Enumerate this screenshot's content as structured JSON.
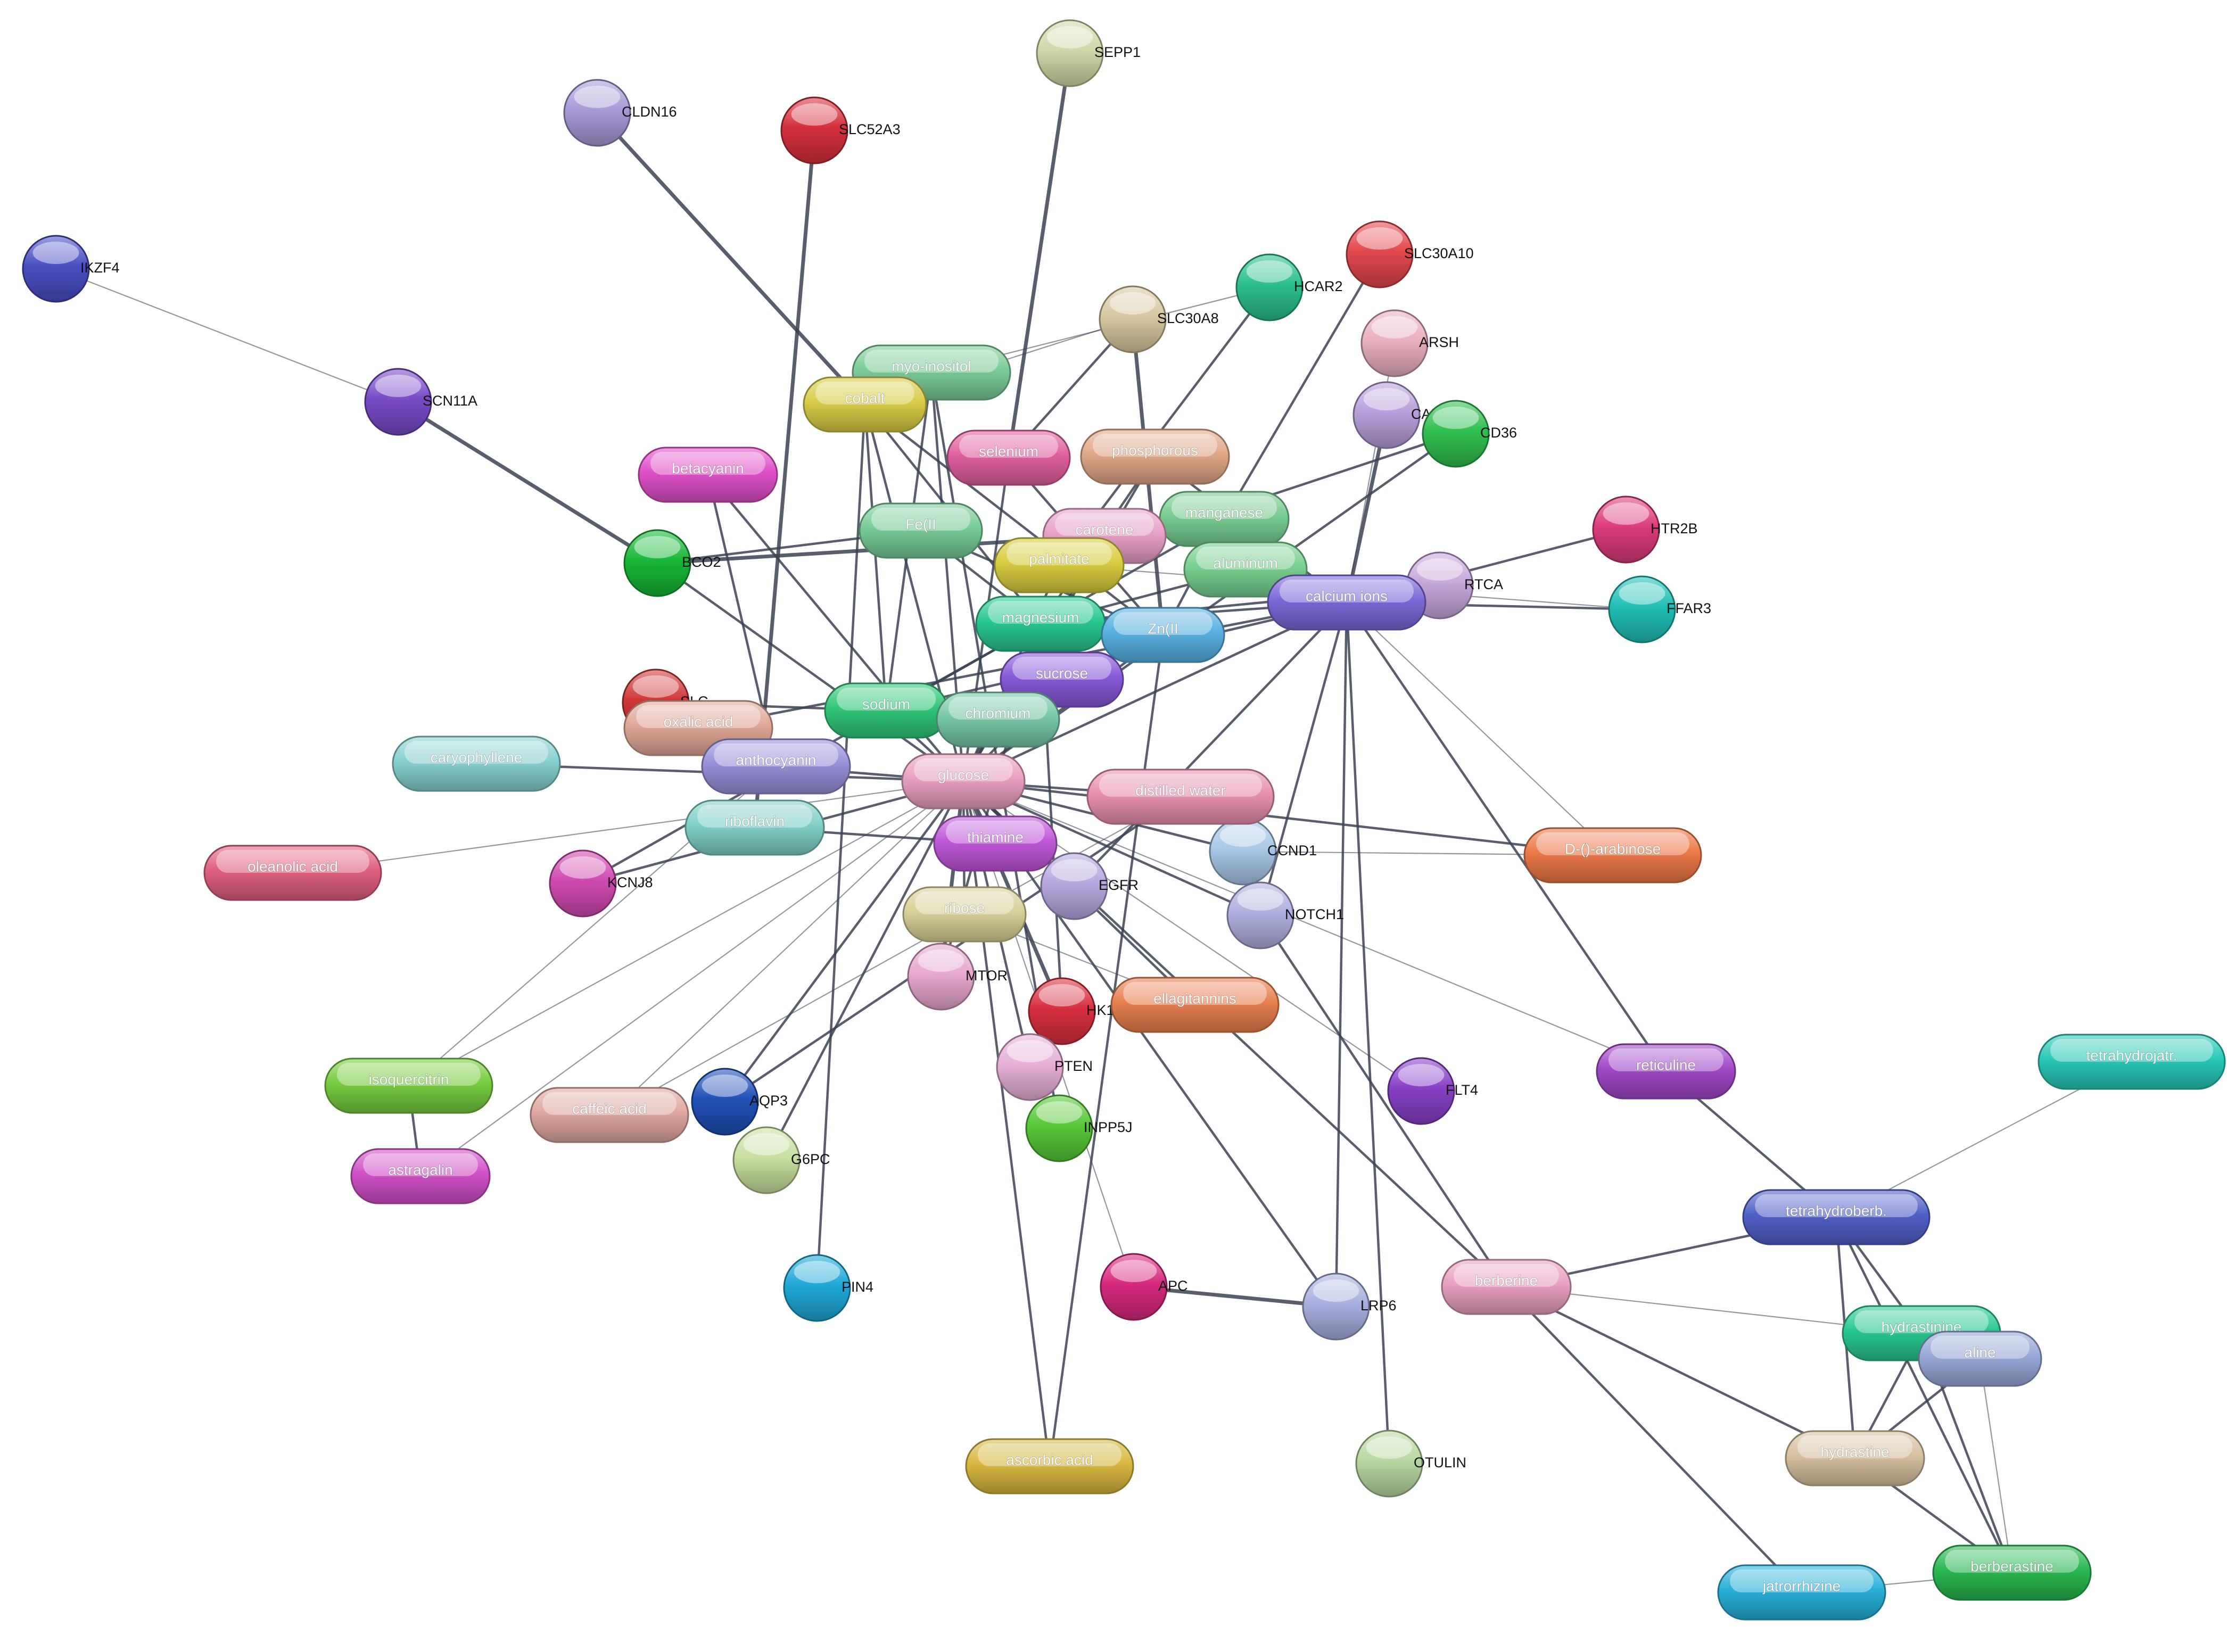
{
  "network": {
    "nodes": [
      {
        "id": "IKZF4",
        "label": "IKZF4",
        "kind": "protein",
        "color": "#4a4fc4"
      },
      {
        "id": "SCN11A",
        "label": "SCN11A",
        "kind": "protein",
        "color": "#7a4ac8"
      },
      {
        "id": "CLDN16",
        "label": "CLDN16",
        "kind": "protein",
        "color": "#a99ad8"
      },
      {
        "id": "SLC52A3",
        "label": "SLC52A3",
        "kind": "protein",
        "color": "#d6303c"
      },
      {
        "id": "SEPP1",
        "label": "SEPP1",
        "kind": "protein",
        "color": "#d2d8a8"
      },
      {
        "id": "SLC30A10",
        "label": "SLC30A10",
        "kind": "protein",
        "color": "#e2484c"
      },
      {
        "id": "HCAR2",
        "label": "HCAR2",
        "kind": "protein",
        "color": "#2cc08c"
      },
      {
        "id": "SLC30A8",
        "label": "SLC30A8",
        "kind": "protein",
        "color": "#d8c8a0"
      },
      {
        "id": "ARSH",
        "label": "ARSH",
        "kind": "protein",
        "color": "#eab0c0"
      },
      {
        "id": "CABP1",
        "label": "CABP1",
        "kind": "protein",
        "color": "#b8a0dc"
      },
      {
        "id": "CD36",
        "label": "CD36",
        "kind": "protein",
        "color": "#30c050"
      },
      {
        "id": "HTR2B",
        "label": "HTR2B",
        "kind": "protein",
        "color": "#dc3c7c"
      },
      {
        "id": "RTCA",
        "label": "RTCA",
        "kind": "protein",
        "color": "#c8a8dc"
      },
      {
        "id": "FFAR3",
        "label": "FFAR3",
        "kind": "protein",
        "color": "#20c0b8"
      },
      {
        "id": "BCO2",
        "label": "BCO2",
        "kind": "protein",
        "color": "#18b838"
      },
      {
        "id": "SLC",
        "label": "SLC",
        "kind": "protein",
        "color": "#d03838"
      },
      {
        "id": "KCNJ8",
        "label": "KCNJ8",
        "kind": "protein",
        "color": "#d04ab0"
      },
      {
        "id": "EGFR",
        "label": "EGFR",
        "kind": "protein",
        "color": "#b8a8e0"
      },
      {
        "id": "CCND1",
        "label": "CCND1",
        "kind": "protein",
        "color": "#a8c8e8"
      },
      {
        "id": "NOTCH1",
        "label": "NOTCH1",
        "kind": "protein",
        "color": "#b0b0e0"
      },
      {
        "id": "MTOR",
        "label": "MTOR",
        "kind": "protein",
        "color": "#e8a8d0"
      },
      {
        "id": "HK1",
        "label": "HK1",
        "kind": "protein",
        "color": "#d83040"
      },
      {
        "id": "PTEN",
        "label": "PTEN",
        "kind": "protein",
        "color": "#e8b0d8"
      },
      {
        "id": "INPP5J",
        "label": "INPP5J",
        "kind": "protein",
        "color": "#58c838"
      },
      {
        "id": "AQP3",
        "label": "AQP3",
        "kind": "protein",
        "color": "#2050b8"
      },
      {
        "id": "G6PC",
        "label": "G6PC",
        "kind": "protein",
        "color": "#c8e0a0"
      },
      {
        "id": "PIN4",
        "label": "PIN4",
        "kind": "protein",
        "color": "#20a8d8"
      },
      {
        "id": "APC",
        "label": "APC",
        "kind": "protein",
        "color": "#d82880"
      },
      {
        "id": "LRP6",
        "label": "LRP6",
        "kind": "protein",
        "color": "#a8b0e0"
      },
      {
        "id": "FLT4",
        "label": "FLT4",
        "kind": "protein",
        "color": "#8840c8"
      },
      {
        "id": "OTULIN",
        "label": "OTULIN",
        "kind": "protein",
        "color": "#b8d8a0"
      },
      {
        "id": "myo-inositol",
        "label": "myo-inositol",
        "kind": "chemical",
        "color": "#7ccc98"
      },
      {
        "id": "cobalt",
        "label": "cobalt",
        "kind": "chemical",
        "color": "#d8cc48"
      },
      {
        "id": "betacyanin",
        "label": "betacyanin",
        "kind": "chemical",
        "color": "#e050c8"
      },
      {
        "id": "selenium",
        "label": "selenium",
        "kind": "chemical",
        "color": "#e060a0"
      },
      {
        "id": "phosphorous",
        "label": "phosphorous",
        "kind": "chemical",
        "color": "#e0a888"
      },
      {
        "id": "manganese",
        "label": "manganese",
        "kind": "chemical",
        "color": "#78cc90"
      },
      {
        "id": "Fe(II)",
        "label": "Fe(II",
        "kind": "chemical",
        "color": "#78cc98"
      },
      {
        "id": "carotene",
        "label": "carotene",
        "kind": "chemical",
        "color": "#e8a0c8"
      },
      {
        "id": "palmitate",
        "label": "palmitate",
        "kind": "chemical",
        "color": "#d8cc40"
      },
      {
        "id": "aluminum",
        "label": "aluminum",
        "kind": "chemical",
        "color": "#78d090"
      },
      {
        "id": "calcium ions",
        "label": "calcium ions",
        "kind": "chemical",
        "color": "#7c68d8"
      },
      {
        "id": "magnesium",
        "label": "magnesium",
        "kind": "chemical",
        "color": "#28c890"
      },
      {
        "id": "Zn(II)",
        "label": "Zn(II",
        "kind": "chemical",
        "color": "#58b0e0"
      },
      {
        "id": "sucrose",
        "label": "sucrose",
        "kind": "chemical",
        "color": "#8858d8"
      },
      {
        "id": "sodium",
        "label": "sodium",
        "kind": "chemical",
        "color": "#30c878"
      },
      {
        "id": "chromium",
        "label": "chromium",
        "kind": "chemical",
        "color": "#78c8a8"
      },
      {
        "id": "oxalic acid",
        "label": "oxalic acid",
        "kind": "chemical",
        "color": "#e0a898"
      },
      {
        "id": "caryophyllene",
        "label": "caryophyllene",
        "kind": "chemical",
        "color": "#88d0d0"
      },
      {
        "id": "anthocyanin",
        "label": "anthocyanin",
        "kind": "chemical",
        "color": "#9890d8"
      },
      {
        "id": "glucose",
        "label": "glucose",
        "kind": "chemical",
        "color": "#e8a0c0"
      },
      {
        "id": "distilled water",
        "label": "distilled water",
        "kind": "chemical",
        "color": "#e890b0"
      },
      {
        "id": "riboflavin",
        "label": "riboflavin",
        "kind": "chemical",
        "color": "#80d0c8"
      },
      {
        "id": "thiamine",
        "label": "thiamine",
        "kind": "chemical",
        "color": "#c058d8"
      },
      {
        "id": "D-()-arabinose",
        "label": "D-()-arabinose",
        "kind": "chemical",
        "color": "#ec7848"
      },
      {
        "id": "oleanolic acid",
        "label": "oleanolic acid",
        "kind": "chemical",
        "color": "#e06080"
      },
      {
        "id": "ribose",
        "label": "ribose",
        "kind": "chemical",
        "color": "#d8d098"
      },
      {
        "id": "ellagitannins",
        "label": "ellagitannins",
        "kind": "chemical",
        "color": "#e88050"
      },
      {
        "id": "isoquercitrin",
        "label": "isoquercitrin",
        "kind": "chemical",
        "color": "#78cc40"
      },
      {
        "id": "caffeic acid",
        "label": "caffeic acid",
        "kind": "chemical",
        "color": "#e0a8a0"
      },
      {
        "id": "astragalin",
        "label": "astragalin",
        "kind": "chemical",
        "color": "#d050c8"
      },
      {
        "id": "reticuline",
        "label": "reticuline",
        "kind": "chemical",
        "color": "#a048c8"
      },
      {
        "id": "tetrahydrojatr.",
        "label": "tetrahydrojatr.",
        "kind": "chemical",
        "color": "#28c8b8"
      },
      {
        "id": "tetrahydroberb.",
        "label": "tetrahydroberb.",
        "kind": "chemical",
        "color": "#5060c8"
      },
      {
        "id": "berberine",
        "label": "berberine",
        "kind": "chemical",
        "color": "#e8a0c0"
      },
      {
        "id": "hydrastinine",
        "label": "hydrastinine",
        "kind": "chemical",
        "color": "#28c890"
      },
      {
        "id": "canadaline",
        "label": "aline",
        "kind": "chemical",
        "color": "#98a8d8"
      },
      {
        "id": "hydrastine",
        "label": "hydrastine",
        "kind": "chemical",
        "color": "#d8c0a0"
      },
      {
        "id": "berberastine",
        "label": "berberastine",
        "kind": "chemical",
        "color": "#28b850"
      },
      {
        "id": "jatrorrhizine",
        "label": "jatrorrhizine",
        "kind": "chemical",
        "color": "#28b0d8"
      },
      {
        "id": "ascorbic acid",
        "label": "ascorbic acid",
        "kind": "chemical",
        "color": "#d8b840"
      }
    ],
    "edges": [
      [
        "IKZF4",
        "SCN11A",
        1
      ],
      [
        "SCN11A",
        "BCO2",
        3
      ],
      [
        "CLDN16",
        "cobalt",
        3
      ],
      [
        "SLC52A3",
        "riboflavin",
        3
      ],
      [
        "SEPP1",
        "selenium",
        3
      ],
      [
        "SLC30A10",
        "manganese",
        2
      ],
      [
        "HCAR2",
        "palmitate",
        2
      ],
      [
        "HCAR2",
        "myo-inositol",
        1
      ],
      [
        "SLC30A8",
        "Zn(II)",
        3
      ],
      [
        "SLC30A8",
        "selenium",
        2
      ],
      [
        "SLC30A8",
        "cobalt",
        1
      ],
      [
        "ARSH",
        "calcium ions",
        1
      ],
      [
        "CABP1",
        "calcium ions",
        3
      ],
      [
        "CD36",
        "palmitate",
        2
      ],
      [
        "CD36",
        "glucose",
        2
      ],
      [
        "HTR2B",
        "calcium ions",
        2
      ],
      [
        "RTCA",
        "calcium ions",
        2
      ],
      [
        "RTCA",
        "magnesium",
        2
      ],
      [
        "FFAR3",
        "calcium ions",
        2
      ],
      [
        "FFAR3",
        "palmitate",
        1
      ],
      [
        "BCO2",
        "carotene",
        3
      ],
      [
        "BCO2",
        "Fe(II)",
        2
      ],
      [
        "BCO2",
        "glucose",
        2
      ],
      [
        "SLC",
        "sodium",
        2
      ],
      [
        "KCNJ8",
        "glucose",
        2
      ],
      [
        "KCNJ8",
        "magnesium",
        2
      ],
      [
        "EGFR",
        "glucose",
        3
      ],
      [
        "EGFR",
        "calcium ions",
        2
      ],
      [
        "CCND1",
        "glucose",
        2
      ],
      [
        "CCND1",
        "D-()-arabinose",
        1
      ],
      [
        "NOTCH1",
        "glucose",
        2
      ],
      [
        "NOTCH1",
        "berberine",
        2
      ],
      [
        "NOTCH1",
        "calcium ions",
        2
      ],
      [
        "MTOR",
        "glucose",
        3
      ],
      [
        "MTOR",
        "magnesium",
        2
      ],
      [
        "HK1",
        "glucose",
        3
      ],
      [
        "HK1",
        "magnesium",
        2
      ],
      [
        "PTEN",
        "glucose",
        2
      ],
      [
        "INPP5J",
        "myo-inositol",
        2
      ],
      [
        "AQP3",
        "glucose",
        2
      ],
      [
        "AQP3",
        "distilled water",
        2
      ],
      [
        "G6PC",
        "glucose",
        2
      ],
      [
        "PIN4",
        "cobalt",
        2
      ],
      [
        "APC",
        "LRP6",
        3
      ],
      [
        "APC",
        "glucose",
        1
      ],
      [
        "LRP6",
        "calcium ions",
        2
      ],
      [
        "LRP6",
        "glucose",
        2
      ],
      [
        "FLT4",
        "glucose",
        1
      ],
      [
        "OTULIN",
        "calcium ions",
        2
      ],
      [
        "ascorbic acid",
        "glucose",
        2
      ],
      [
        "ascorbic acid",
        "Zn(II)",
        2
      ],
      [
        "caryophyllene",
        "glucose",
        2
      ],
      [
        "oleanolic acid",
        "glucose",
        1
      ],
      [
        "isoquercitrin",
        "glucose",
        1
      ],
      [
        "isoquercitrin",
        "astragalin",
        2
      ],
      [
        "caffeic acid",
        "glucose",
        1
      ],
      [
        "astragalin",
        "glucose",
        1
      ],
      [
        "reticuline",
        "calcium ions",
        2
      ],
      [
        "reticuline",
        "tetrahydroberb.",
        2
      ],
      [
        "reticuline",
        "glucose",
        1
      ],
      [
        "tetrahydrojatr.",
        "tetrahydroberb.",
        1
      ],
      [
        "tetrahydroberb.",
        "berberine",
        2
      ],
      [
        "tetrahydroberb.",
        "hydrastine",
        2
      ],
      [
        "tetrahydroberb.",
        "berberastine",
        2
      ],
      [
        "tetrahydroberb.",
        "hydrastinine",
        2
      ],
      [
        "berberine",
        "hydrastinine",
        1
      ],
      [
        "berberine",
        "hydrastine",
        2
      ],
      [
        "berberine",
        "jatrorrhizine",
        2
      ],
      [
        "berberine",
        "glucose",
        2
      ],
      [
        "hydrastinine",
        "hydrastine",
        2
      ],
      [
        "hydrastinine",
        "berberastine",
        2
      ],
      [
        "canadaline",
        "hydrastine",
        2
      ],
      [
        "canadaline",
        "berberastine",
        1
      ],
      [
        "hydrastine",
        "berberastine",
        2
      ],
      [
        "jatrorrhizine",
        "berberastine",
        1
      ],
      [
        "D-()-arabinose",
        "glucose",
        2
      ],
      [
        "D-()-arabinose",
        "calcium ions",
        1
      ],
      [
        "cobalt",
        "glucose",
        2
      ],
      [
        "cobalt",
        "magnesium",
        2
      ],
      [
        "cobalt",
        "sodium",
        2
      ],
      [
        "cobalt",
        "Zn(II)",
        2
      ],
      [
        "myo-inositol",
        "glucose",
        2
      ],
      [
        "myo-inositol",
        "sodium",
        2
      ],
      [
        "betacyanin",
        "glucose",
        2
      ],
      [
        "betacyanin",
        "anthocyanin",
        2
      ],
      [
        "selenium",
        "glucose",
        2
      ],
      [
        "selenium",
        "Zn(II)",
        2
      ],
      [
        "phosphorous",
        "calcium ions",
        2
      ],
      [
        "phosphorous",
        "magnesium",
        2
      ],
      [
        "phosphorous",
        "glucose",
        2
      ],
      [
        "manganese",
        "magnesium",
        2
      ],
      [
        "manganese",
        "Zn(II)",
        2
      ],
      [
        "Fe(II)",
        "Zn(II)",
        2
      ],
      [
        "Fe(II)",
        "magnesium",
        2
      ],
      [
        "carotene",
        "glucose",
        2
      ],
      [
        "palmitate",
        "glucose",
        2
      ],
      [
        "aluminum",
        "calcium ions",
        2
      ],
      [
        "aluminum",
        "magnesium",
        2
      ],
      [
        "calcium ions",
        "magnesium",
        2
      ],
      [
        "calcium ions",
        "sodium",
        2
      ],
      [
        "calcium ions",
        "glucose",
        2
      ],
      [
        "magnesium",
        "sodium",
        2
      ],
      [
        "magnesium",
        "glucose",
        2
      ],
      [
        "Zn(II)",
        "glucose",
        2
      ],
      [
        "sucrose",
        "glucose",
        2
      ],
      [
        "sodium",
        "glucose",
        2
      ],
      [
        "chromium",
        "glucose",
        2
      ],
      [
        "oxalic acid",
        "calcium ions",
        2
      ],
      [
        "anthocyanin",
        "glucose",
        2
      ],
      [
        "distilled water",
        "glucose",
        2
      ],
      [
        "riboflavin",
        "thiamine",
        2
      ],
      [
        "thiamine",
        "glucose",
        2
      ],
      [
        "ribose",
        "glucose",
        2
      ],
      [
        "ellagitannins",
        "glucose",
        2
      ],
      [
        "ellagitannins",
        "ribose",
        1
      ],
      [
        "caffeic acid",
        "distilled water",
        1
      ],
      [
        "isoquercitrin",
        "anthocyanin",
        1
      ]
    ]
  }
}
